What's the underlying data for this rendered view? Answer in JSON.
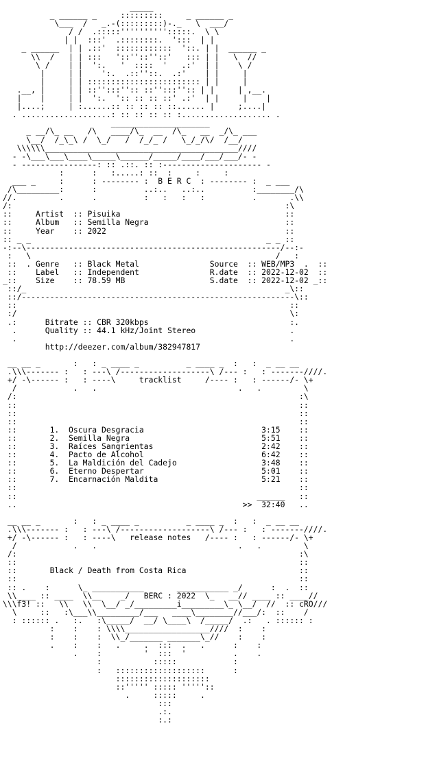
{
  "nfo": {
    "lines": [
      "                           _____                              ",
      "          _ ______ _     :::::::::     _ ______ _             ",
      "           \\___  /   _.-(:::::::::)-._   \\  ___/              ",
      "              / /  .:::::'''''''''':::::.  \\ \\                ",
      "             | |  :::'  .::::::::.  ':::  | |                 ",
      "    _ ______  | | .::'  ::::::::::::  '::. | |  ______ _       ",
      "      \\\\  /   | | :::   '::''::''::'   ::: | |   \\  //        ",
      "       \\ /    | |  ':.   '  ::::  '   .:'  | |    \\ /         ",
      "        |     | |    ':.  .::''::.  .:'    | |     |          ",
      "        |     | | :::::::::::::::::::::::: | |     |          ",
      "   .__, |     | | ::'':::'':: ::'':::'':: | |     | ,__.      ",
      "   |    |     | |  ':.  ':: :: :: ::' .:'  | |     |    |      ",
      "   |....;     | :......:: :: :: :: ::...... |     ;....|      ",
      "  . ...................: :: :: :: :: :................... .   ",
      "                       _____________________                  ",
      "     _ __/\\_ __   /\\   ____/\\_  __  /\\_   __  _/\\_ ___        ",
      "     \\__/  /_\\_\\ /  \\_/   /  /_/_ /   \\_/_/\\/  /__/           ",
      "   \\\\\\\\\\\\_________________________________________////       ",
      "  - -\\___\\___\\____\\_____\\______/_____/____/___/___/- -       ",
      "  - ----------------: :: .::. :: :--------------------- -     ",
      "            :      :   :.....: ::  :     :     :              ",
      "  ___ _     :      : -------- :  B E R C  : -------- :  _ ___ ",
      " /\\_________:      :          ..:..   ..:..          :________/\\",
      "//.         .      .          :   :   :   :          .       .\\\\",
      "/:                                                          :\\",
      "::     Artist  :: Pisuika                                   ::",
      "::     Album   :: Semilla Negra                             ::",
      "::     Year    :: 2022                                      ::",
      ":: _ _                                                  _ _ ::",
      "-:--\\------------------------------------------------------/--:-",
      " :   \\                                                    /   : ",
      " ::  . Genre   :: Black Metal               Source  :: WEB/MP3  .  ::",
      " ::    Label   :: Independent               R.date  :: 2022-12-02  ::",
      "_::    Size    :: 78.59 MB                  S.date  :: 2022-12-02 _::",
      " ::/_                                                       _\\::",
      " ::/----------------------------------------------------------\\::",
      " ::                                                          ::",
      " :/                                                          \\:",
      " .:      Bitrate :: CBR 320kbps                              :.",
      "  .      Quality :: 44.1 kHz/Joint Stereo                    . ",
      "  .                                                          . ",
      "         http://deezer.com/album/382947817                     ",
      "                                                               ",
      " __ __ _       :   : _ ____ _          _ ____ _  :   :  _ __ __",
      " .\\\\\\------- :   : ---\\ /-------------------\\ /--- :   : -------////.",
      " +/ -\\------ :   : ----\\     tracklist     /---- :   : ------/- \\+",
      "  /            .   .                              .   .         \\ ",
      " /:                                                            :\\",
      " ::                                                            ::",
      " ::                                                            ::",
      " ::                                                            ::",
      " ::       1.  Oscura Desgracia                         3:15    ::",
      " ::       2.  Semilla Negra                            5:51    ::",
      " ::       3.  Raíces Sangrientas                       2:42    ::",
      " ::       4.  Pacto de Alcohol                         6:42    ::",
      " ::       5.  La Maldición del Cadejo                  3:48    ::",
      " ::       6.  Eterno Despertar                         5:01    ::",
      " ::       7.  Encarnación Maldita                      5:21    ::",
      " ::                                                            ::",
      " ::                                                   ______   ::",
      " ..                                                >>  32:40   ..",
      "                                                               ",
      " __ __ _       :   : _ ____ _          _ ____ _  :   :  _ __ __",
      " .\\\\\\------- :   : ---\\ /-------------------\\ /--- :   : -------////.",
      " +/ -\\------ :   : ----\\   release notes   /---- :   : ------/- \\+",
      "  /            .   .                              .   .         \\ ",
      " /:                                                            :\\",
      " ::                                                            ::",
      " ::       Black / Death from Costa Rica                        ::",
      " ::                                                            ::",
      " :: .    :      \\_ ___________       ___________ _/      :  .  ::",
      " \\\\____ :: ____  \\\\__    _/   BERC : 2022  \\_   __// ____ :: ____//",
      "\\\\\\f3! ::   \\\\   \\\\  \\__/ _/_________i_________\\_ \\__/  //  :: cRO///",
      "  \\     ::   :\\___\\\\_________/___   ____\\________//___/:  ::    /  ",
      "  : :::::: .   :.   :\\_____/  __/ \\____\\  /_____/  .:   . :::::: :",
      "          :    :    : \\\\\\\\__________________////  :    :            ",
      "          :    :    :  \\\\_/_______ _______\\_//    :    :            ",
      "          .    :    :   .     .  :::  .   .      :    :            ",
      "               .    :         '  :::  '          .    .            ",
      "                    :           :::::            :                 ",
      "                    :   :::::::::::::::::::      :                 ",
      "                        ::::::::::::::::::::                       ",
      "                        ::''''' ::::: '''''::                      ",
      "                          .     :::::     .                        ",
      "                                 :::                               ",
      "                                 .:.                               ",
      "                                 :.:                               "
    ]
  }
}
